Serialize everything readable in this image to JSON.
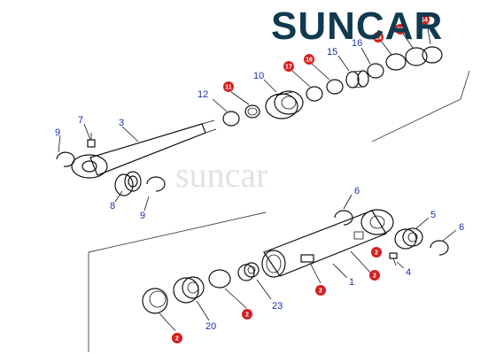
{
  "brand": {
    "name": "SUNCAR",
    "accent_color": "#d42020",
    "text_color": "#0f3a4f"
  },
  "watermark": {
    "text": "suncar"
  },
  "callouts": {
    "p1": "1",
    "p2": "2",
    "p2b": "2",
    "p2c": "2",
    "p2d": "2",
    "p2e": "2",
    "p3": "3",
    "p4": "4",
    "p5": "5",
    "p6a": "6",
    "p6b": "6",
    "p7": "7",
    "p8": "8",
    "p9a": "9",
    "p9b": "9",
    "p10": "10",
    "p11a": "11",
    "p11b": "11",
    "p12": "12",
    "p13": "13",
    "p14": "14",
    "p15": "15",
    "p16": "16",
    "p17": "17",
    "p18": "18",
    "p20": "20",
    "p23": "23"
  }
}
